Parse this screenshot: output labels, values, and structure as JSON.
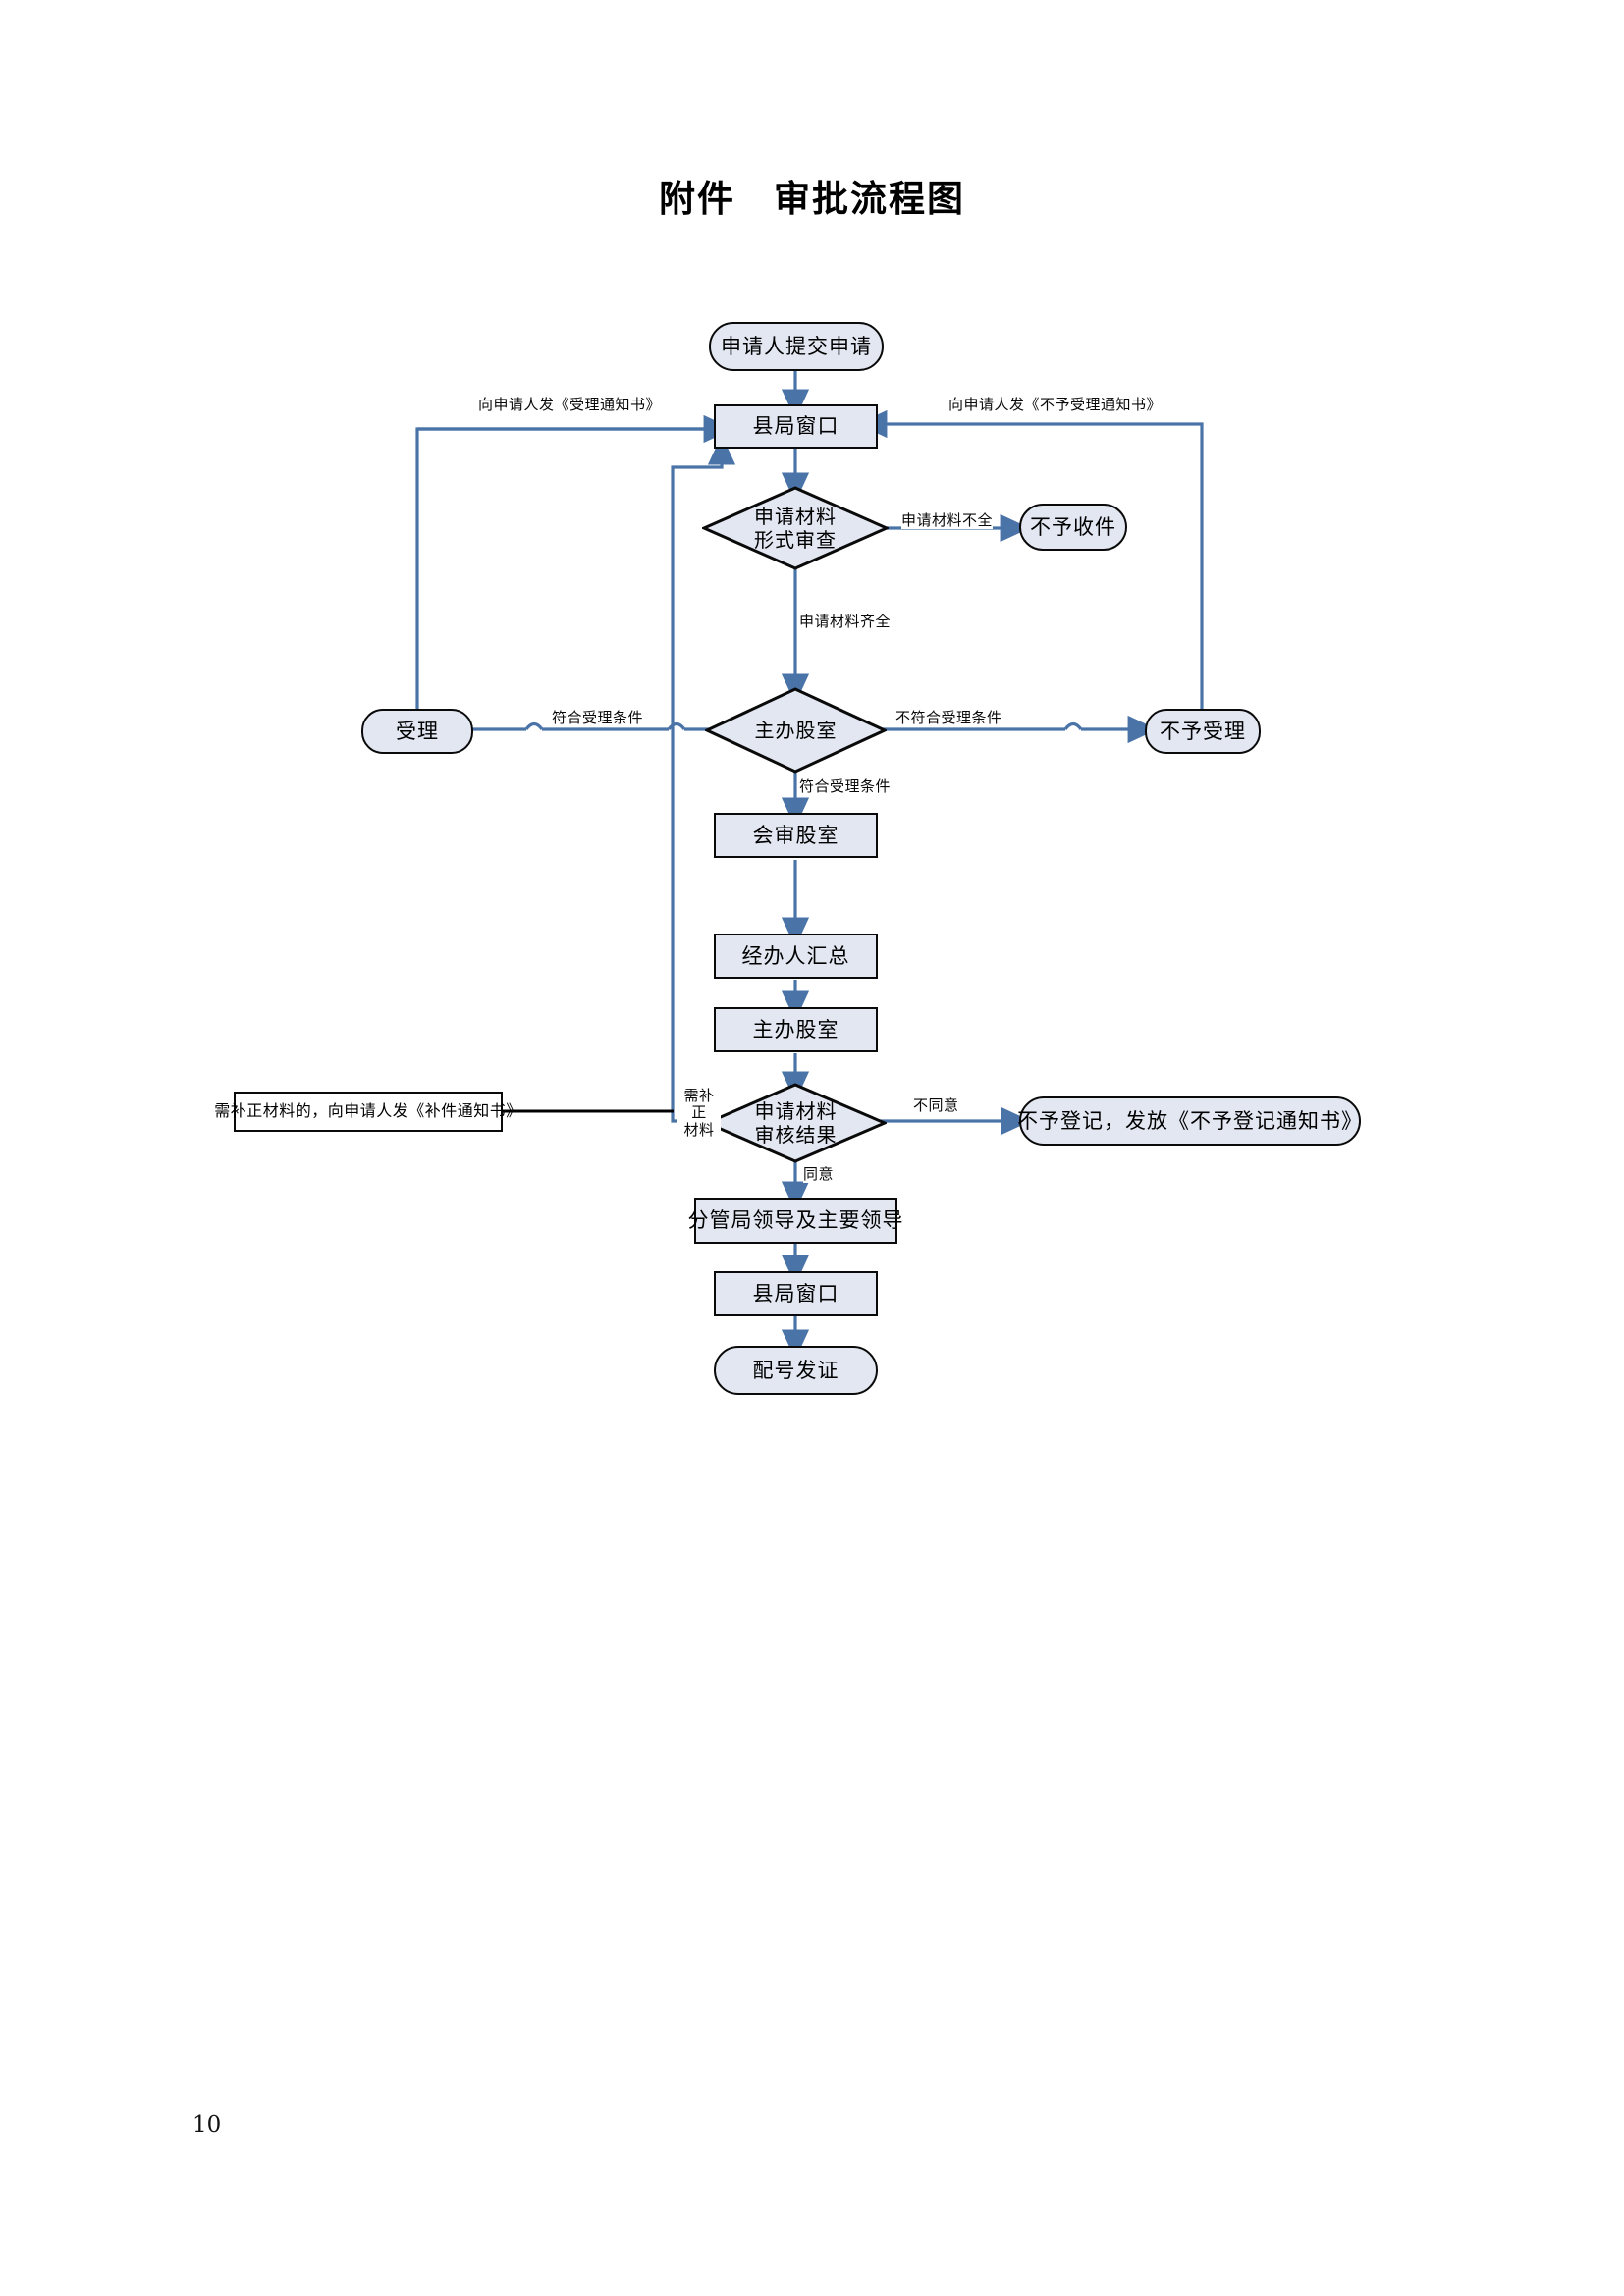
{
  "document": {
    "title": "附件　审批流程图",
    "page_number": "10"
  },
  "flowchart": {
    "type": "approval-process-flowchart",
    "colors": {
      "node_fill": "#e2e7f2",
      "node_stroke": "#0a0a0a",
      "connector": "#4a74a8",
      "plain_stroke": "#000000",
      "page_background": "#ffffff"
    },
    "nodes": [
      {
        "id": "start",
        "shape": "stadium",
        "label": "申请人提交申请"
      },
      {
        "id": "window_top",
        "shape": "rect",
        "label": "县局窗口"
      },
      {
        "id": "form_check",
        "shape": "diamond",
        "label": "申请材料\n形式审查",
        "line1": "申请材料",
        "line2": "形式审查"
      },
      {
        "id": "reject_intake",
        "shape": "stadium",
        "label": "不予收件"
      },
      {
        "id": "main_section",
        "shape": "diamond",
        "label": "主办股室",
        "line1": "主办股室",
        "line2": ""
      },
      {
        "id": "accepted",
        "shape": "round",
        "label": "受理"
      },
      {
        "id": "not_accepted",
        "shape": "round",
        "label": "不予受理"
      },
      {
        "id": "joint_review",
        "shape": "rect",
        "label": "会审股室"
      },
      {
        "id": "handler_sum",
        "shape": "rect",
        "label": "经办人汇总"
      },
      {
        "id": "main_section2",
        "shape": "rect",
        "label": "主办股室"
      },
      {
        "id": "review_result",
        "shape": "diamond",
        "label": "申请材料\n审核结果",
        "line1": "申请材料",
        "line2": "审核结果"
      },
      {
        "id": "supplement_note",
        "shape": "plain",
        "label": "需补正材料的，向申请人发《补件通知书》"
      },
      {
        "id": "no_register",
        "shape": "stadium",
        "label": "不予登记，发放《不予登记通知书》"
      },
      {
        "id": "leaders",
        "shape": "rect",
        "label": "分管局领导及主要领导"
      },
      {
        "id": "window_bottom",
        "shape": "rect",
        "label": "县局窗口"
      },
      {
        "id": "issue_cert",
        "shape": "stadium",
        "label": "配号发证"
      }
    ],
    "edges": [
      {
        "from": "start",
        "to": "window_top",
        "label": ""
      },
      {
        "from": "window_top",
        "to": "form_check",
        "label": ""
      },
      {
        "from": "form_check",
        "to": "reject_intake",
        "label": "申请材料不全"
      },
      {
        "from": "form_check",
        "to": "main_section",
        "label": "申请材料齐全"
      },
      {
        "from": "main_section",
        "to": "accepted",
        "label": "符合受理条件"
      },
      {
        "from": "main_section",
        "to": "not_accepted",
        "label": "不符合受理条件"
      },
      {
        "from": "main_section",
        "to": "joint_review",
        "label": "符合受理条件"
      },
      {
        "from": "accepted",
        "to": "window_top",
        "label": "向申请人发《受理通知书》"
      },
      {
        "from": "not_accepted",
        "to": "window_top",
        "label": "向申请人发《不予受理通知书》"
      },
      {
        "from": "joint_review",
        "to": "handler_sum",
        "label": ""
      },
      {
        "from": "handler_sum",
        "to": "main_section2",
        "label": ""
      },
      {
        "from": "main_section2",
        "to": "review_result",
        "label": ""
      },
      {
        "from": "review_result",
        "to": "window_top",
        "label": "需补正\n材料",
        "line1": "需补正",
        "line2": "材料"
      },
      {
        "from": "review_result",
        "to": "no_register",
        "label": "不同意"
      },
      {
        "from": "review_result",
        "to": "leaders",
        "label": "同意"
      },
      {
        "from": "leaders",
        "to": "window_bottom",
        "label": ""
      },
      {
        "from": "window_bottom",
        "to": "issue_cert",
        "label": ""
      }
    ],
    "edge_labels": {
      "accept_notice": "向申请人发《受理通知书》",
      "reject_accept_notice": "向申请人发《不予受理通知书》",
      "materials_incomplete": "申请材料不全",
      "materials_complete": "申请材料齐全",
      "meets_conditions_left": "符合受理条件",
      "not_meets_conditions": "不符合受理条件",
      "meets_conditions_down": "符合受理条件",
      "need_supplement_l1": "需补正",
      "need_supplement_l2": "材料",
      "disagree": "不同意",
      "agree": "同意"
    }
  }
}
